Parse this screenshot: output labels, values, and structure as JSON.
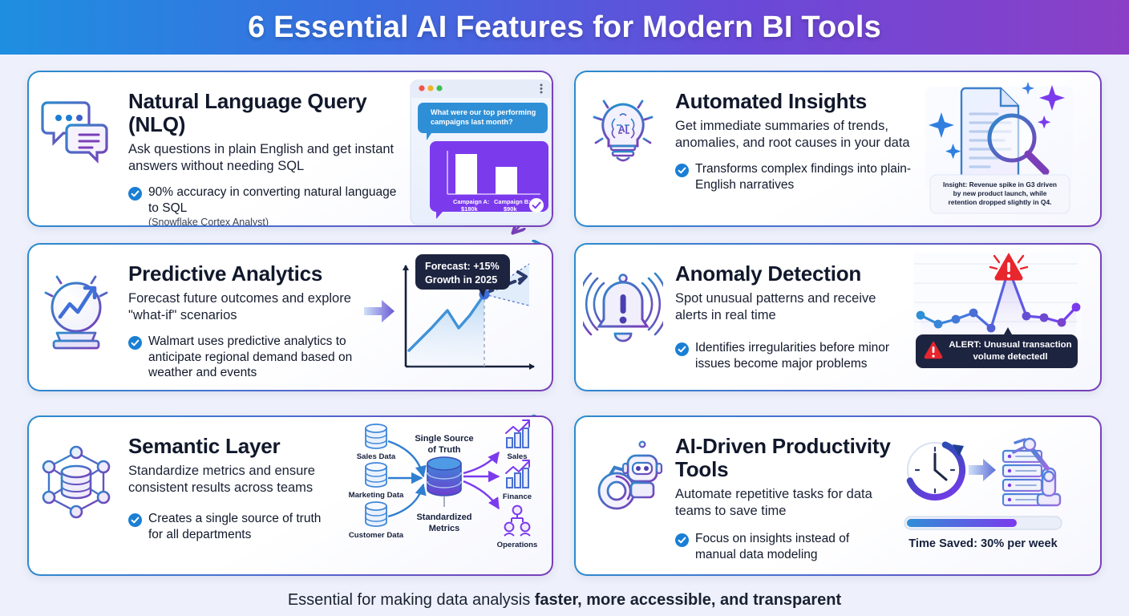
{
  "header": {
    "title": "6 Essential AI Features for Modern BI Tools"
  },
  "theme": {
    "header_gradient_start": "#1e8fe0",
    "header_gradient_end": "#8b3fc6",
    "page_background": "#eef1fb",
    "card_border_start": "#2b8ccd",
    "card_border_end": "#7a3fb8",
    "check_blue": "#1a7fd4",
    "alert_red": "#e8262d",
    "dark_tooltip": "#1d2440"
  },
  "cards": [
    {
      "id": "natural-language-query",
      "title": "Natural Language Query (NLQ)",
      "description": "Ask questions in plain English and get instant answers without needing SQL",
      "bullet": "90% accuracy in converting natural language to SQL",
      "bullet_sub": "(Snowflake Cortex Analyst)",
      "icon": "chat-bubbles-icon",
      "visual": {
        "type": "chat-window",
        "window_dots": [
          "red",
          "yellow",
          "green"
        ],
        "menu_icon": "kebab-menu-icon",
        "user_message": "What were our top performing campaigns last month?",
        "response_chart": {
          "type": "bar",
          "categories": [
            "Campaign A:",
            "Campaign B:"
          ],
          "value_labels": [
            "$180k",
            "$90k"
          ],
          "values": [
            180,
            90
          ],
          "ylim": [
            0,
            200
          ]
        },
        "badge_icon": "check-circle-icon"
      }
    },
    {
      "id": "automated-insights",
      "title": "Automated Insights",
      "description": "Get immediate summaries of trends, anomalies, and root causes in your data",
      "bullet": "Transforms complex findings into plain-English narratives",
      "bullet_sub": "",
      "icon": "lightbulb-ai-brain-icon",
      "visual": {
        "type": "document-magnifier",
        "document_icon": "document-icon",
        "magnifier_icon": "magnifying-glass-icon",
        "sparkle_icon": "sparkle-icon",
        "insight_text": "Insight: Revenue spike in G3 driven by new product launch, while retention dropped slightly in Q4."
      }
    },
    {
      "id": "predictive-analytics",
      "title": "Predictive Analytics",
      "description": "Forecast future outcomes and explore \"what-if\" scenarios",
      "bullet": "Walmart uses predictive analytics to anticipate regional demand based on weather and events",
      "bullet_sub": "",
      "icon": "crystal-ball-icon",
      "visual": {
        "type": "forecast-chart",
        "tooltip_line1": "Forecast: +15%",
        "tooltip_line2": "Growth in 2025",
        "arrow_icon": "right-arrow-icon",
        "chart": {
          "type": "line",
          "history_points": [
            [
              0,
              18
            ],
            [
              18,
              38
            ],
            [
              34,
              55
            ],
            [
              46,
              40
            ],
            [
              58,
              52
            ],
            [
              72,
              72
            ]
          ],
          "forecast_upper": [
            [
              72,
              72
            ],
            [
              118,
              112
            ]
          ],
          "forecast_mid": [
            [
              72,
              72
            ],
            [
              118,
              92
            ]
          ],
          "forecast_lower": [
            [
              72,
              72
            ],
            [
              118,
              70
            ]
          ],
          "divider_x": 72,
          "ylim": [
            0,
            120
          ],
          "xlim": [
            0,
            125
          ]
        }
      }
    },
    {
      "id": "anomaly-detection",
      "title": "Anomaly Detection",
      "description": "Spot unusual patterns and receive alerts in real time",
      "bullet": "Identifies irregularities before minor issues become major problems",
      "bullet_sub": "",
      "icon": "alert-bell-icon",
      "visual": {
        "type": "anomaly-chart",
        "warning_icon": "warning-triangle-icon",
        "alert_line1": "ALERT: Unusual transaction",
        "alert_line2": "volume detectedl",
        "chart": {
          "type": "line",
          "values": [
            34,
            22,
            27,
            36,
            19,
            92,
            33,
            31,
            25,
            42
          ],
          "anomaly_index": 5,
          "ylim": [
            0,
            100
          ],
          "gridlines": 4
        }
      }
    },
    {
      "id": "semantic-layer",
      "title": "Semantic Layer",
      "description": "Standardize metrics and ensure consistent results across teams",
      "bullet": "Creates a single source of truth for all departments",
      "bullet_sub": "",
      "icon": "network-database-icon",
      "visual": {
        "type": "semantic-diagram",
        "sources": [
          {
            "label": "Sales Data",
            "icon": "database-icon"
          },
          {
            "label": "Marketing Data",
            "icon": "database-icon"
          },
          {
            "label": "Customer Data",
            "icon": "database-icon"
          }
        ],
        "center_label_line1": "Single Source",
        "center_label_line2": "of Truth",
        "center_icon": "database-icon",
        "center_sub_line1": "Standardized",
        "center_sub_line2": "Metrics",
        "outputs": [
          {
            "label": "Sales",
            "icon": "bar-chart-up-icon"
          },
          {
            "label": "Finance",
            "icon": "bar-chart-up-icon"
          },
          {
            "label": "Operations",
            "icon": "people-org-icon"
          }
        ]
      }
    },
    {
      "id": "ai-driven-productivity-tools",
      "title": "AI-Driven Productivity Tools",
      "description": "Automate repetitive tasks for data teams to save time",
      "bullet": "Focus on insights instead of manual data modeling",
      "bullet_sub": "",
      "icon": "robot-gear-icon",
      "visual": {
        "type": "time-saved",
        "clock_icon": "clock-arrow-icon",
        "arrow_icon": "right-arrow-icon",
        "robot_arm_icon": "robot-arm-server-icon",
        "progress_percent": 72,
        "caption": "Time Saved: 30% per week"
      }
    }
  ],
  "footer": {
    "prefix": "Essential for making data analysis ",
    "emphasis": "faster, more accessible, and transparent"
  }
}
